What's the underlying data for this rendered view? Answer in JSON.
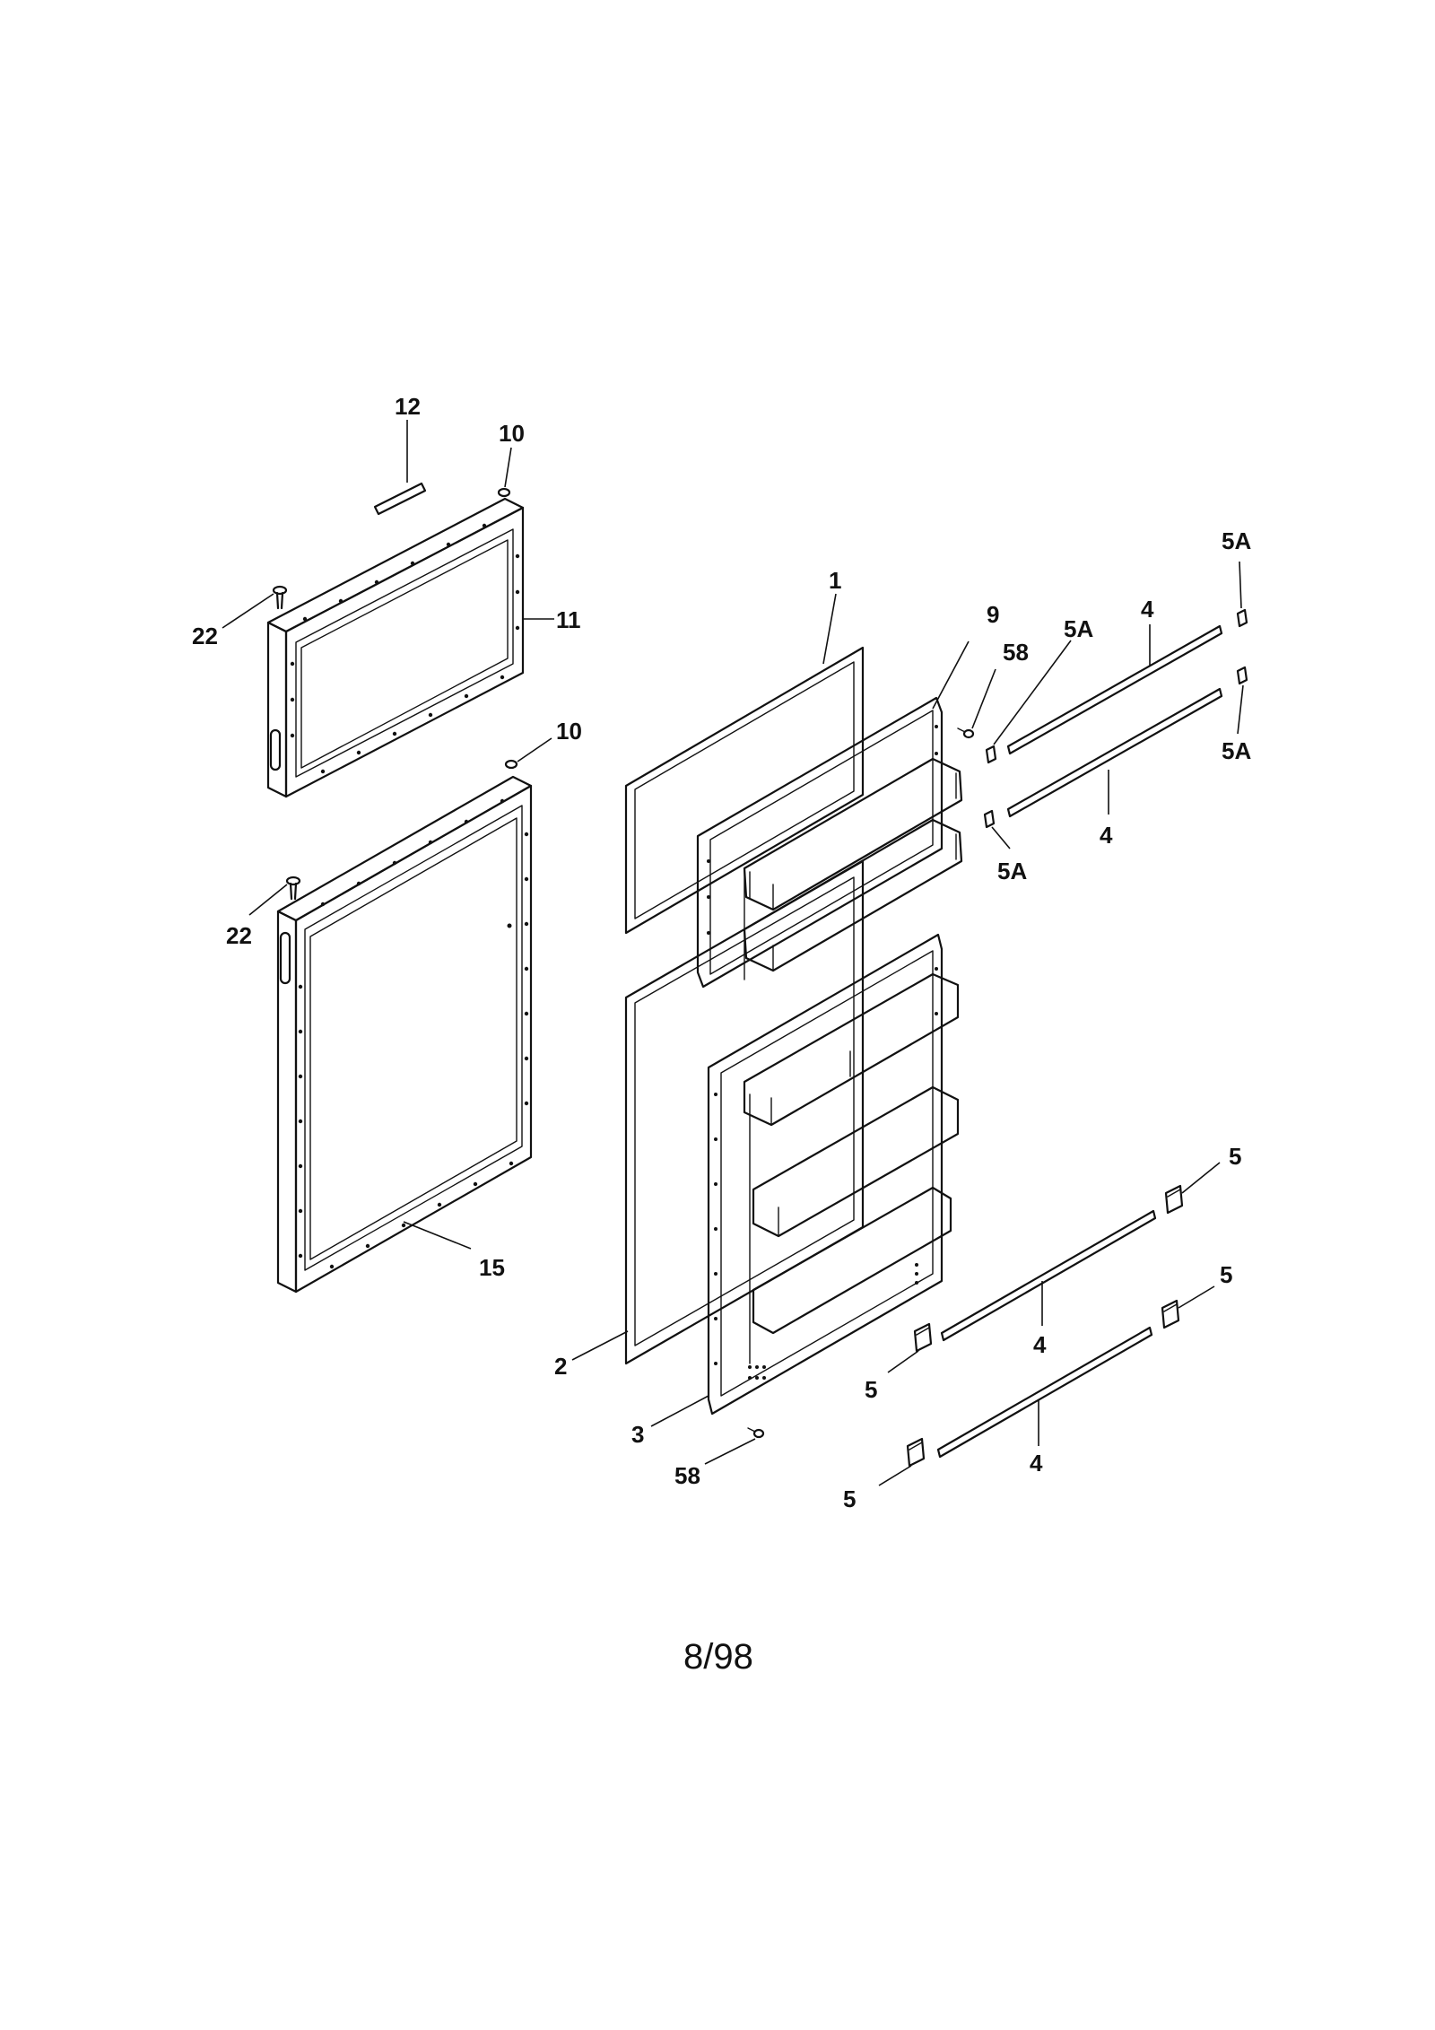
{
  "callouts": {
    "c12": "12",
    "c10_top": "10",
    "c22_top": "22",
    "c11": "11",
    "c10_mid": "10",
    "c22_mid": "22",
    "c15": "15",
    "c1": "1",
    "c9": "9",
    "c58_top": "58",
    "c5A_a": "5A",
    "c5A_b": "5A",
    "c5A_c": "5A",
    "c5A_d": "5A",
    "c4_a": "4",
    "c4_b": "4",
    "c4_c": "4",
    "c4_d": "4",
    "c5_a": "5",
    "c5_b": "5",
    "c5_c": "5",
    "c5_d": "5",
    "c2": "2",
    "c3": "3",
    "c58_bot": "58"
  },
  "footer": {
    "code": "8/98"
  }
}
